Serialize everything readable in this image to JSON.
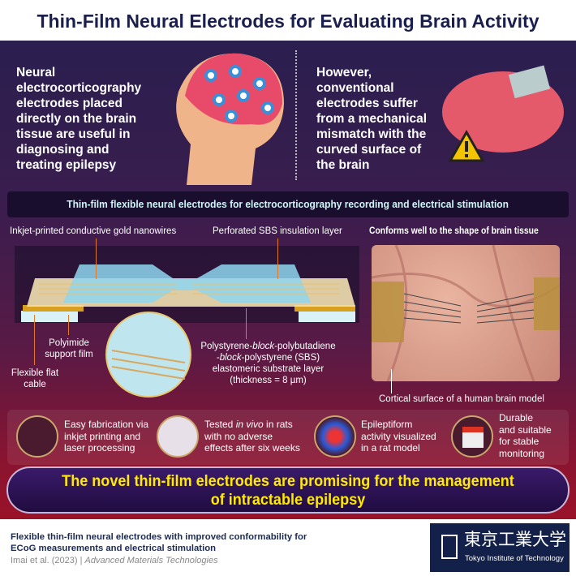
{
  "title": "Thin-Film Neural Electrodes for Evaluating Brain Activity",
  "top_left": [
    "Neural",
    "electrocorticography",
    "electrodes placed",
    "directly on the brain",
    "tissue are useful in",
    "diagnosing and",
    "treating epilepsy"
  ],
  "top_right": [
    "However,",
    "conventional",
    "electrodes suffer",
    "from a mechanical",
    "mismatch with the",
    "curved surface of",
    "the brain"
  ],
  "subtitle": "Thin-film flexible neural electrodes for electrocorticography recording and electrical stimulation",
  "labels": {
    "gold": "Inkjet-printed conductive gold nanowires",
    "sbs_ins": "Perforated SBS insulation layer",
    "conforms": "Conforms well to the shape of brain tissue",
    "polyimide": [
      "Polyimide",
      "support film"
    ],
    "ffc": [
      "Flexible flat",
      "cable"
    ],
    "sbs_line1_a": "Polystyrene-",
    "sbs_line1_i": "block",
    "sbs_line1_b": "-polybutadiene",
    "sbs_line2_a": "-",
    "sbs_line2_i": "block",
    "sbs_line2_b": "-polystyrene (SBS)",
    "sbs_line3": "elastomeric substrate layer",
    "sbs_line4": "(thickness = 8 µm)",
    "cortical": "Cortical surface of a human brain model"
  },
  "features": [
    {
      "icon": "printer-icon",
      "lines": [
        "Easy fabrication via",
        "inkjet printing and",
        "laser processing"
      ]
    },
    {
      "icon": "rat-icon",
      "l1a": "Tested ",
      "l1i": "in vivo",
      "l1b": " in rats",
      "lines": [
        "with no adverse",
        "effects after six weeks"
      ]
    },
    {
      "icon": "heatmap-icon",
      "lines": [
        "Epileptiform",
        "activity visualized",
        "in a rat model"
      ]
    },
    {
      "icon": "calendar-icon",
      "lines": [
        "Durable",
        "and suitable",
        "for stable",
        "monitoring"
      ]
    }
  ],
  "banner": [
    "The novel thin-film electrodes are promising for the management",
    "of intractable epilepsy"
  ],
  "footer": {
    "title": [
      "Flexible thin-film neural electrodes with improved conformability for",
      "ECoG measurements and electrical stimulation"
    ],
    "authors": "Imai et al.",
    "year": " (2023) | ",
    "journal": "Advanced Materials Technologies"
  },
  "logo": {
    "jp": "東京工業大学",
    "en": "Tokyo Institute of Technology"
  },
  "colors": {
    "title": "#1a1f4e",
    "subtitle": "#cdf6f6",
    "banner_text": "#ffea00",
    "accent": "#e07a2a"
  }
}
